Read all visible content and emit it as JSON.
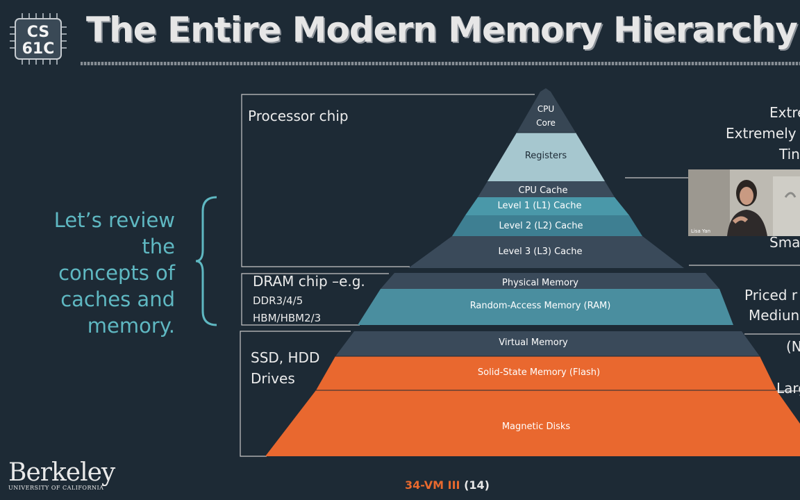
{
  "logo": {
    "line1": "CS",
    "line2": "61C"
  },
  "title": "The Entire Modern Memory Hierarchy",
  "review_text": [
    "Let’s review the",
    "concepts of",
    "caches and",
    "memory."
  ],
  "regions": {
    "processor": "Processor chip",
    "dram": [
      "DRAM chip –e.g.",
      "DDR3/4/5",
      "HBM/HBM2/3"
    ],
    "storage": [
      "SSD, HDD",
      "Drives"
    ]
  },
  "pyramid": {
    "cpu_core": [
      "CPU",
      "Core"
    ],
    "registers": "Registers",
    "cpu_cache": "CPU Cache",
    "l1": "Level 1 (L1) Cache",
    "l2": "Level 2 (L2) Cache",
    "l3": "Level 3 (L3) Cache",
    "physical_memory": "Physical Memory",
    "ram": "Random-Access Memory (RAM)",
    "virtual_memory": "Virtual Memory",
    "ssd": "Solid-State Memory (Flash)",
    "disks": "Magnetic Disks"
  },
  "right_labels": {
    "top": [
      "Extre",
      "Extremely",
      "Tin"
    ],
    "small": "Sma",
    "priced": [
      "Priced r",
      "Mediun"
    ],
    "paren": "(N",
    "larg": "Larg"
  },
  "webcam": {
    "name": "Lisa Yan"
  },
  "berkeley": {
    "name": "Berkeley",
    "sub": "UNIVERSITY OF CALIFORNIA"
  },
  "footer": {
    "lecture": "34-VM III",
    "page": "(14)"
  },
  "colors": {
    "background": "#1d2a35",
    "teal_text": "#5fb8c2",
    "orange": "#e9682f",
    "dark_slate": "#3c4c5c",
    "teal": "#4a8fa0"
  }
}
